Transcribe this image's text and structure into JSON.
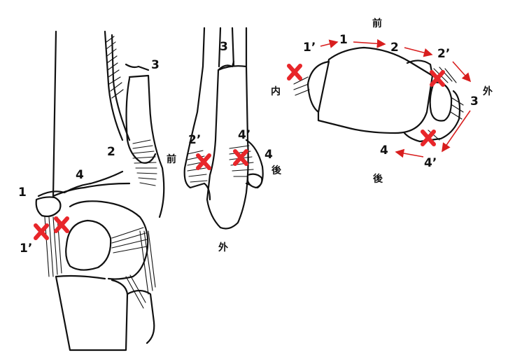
{
  "colors": {
    "ink": "#111111",
    "injury_mark": "#e8262a",
    "arrow": "#d81e1e"
  },
  "views": {
    "left": {
      "labels": {
        "n1": "1",
        "n1p": "1’",
        "n2": "2",
        "n3": "3",
        "n4": "4"
      }
    },
    "middle": {
      "labels": {
        "n3": "3",
        "n2p": "2’",
        "n4p": "4’",
        "n4": "4",
        "front": "前",
        "back": "後",
        "outer": "外"
      }
    },
    "right": {
      "labels": {
        "front": "前",
        "back": "後",
        "outer": "外",
        "inner": "内",
        "n1p": "1’",
        "n1": "1",
        "n2": "2",
        "n2p": "2’",
        "n3": "3",
        "n4p": "4’",
        "n4": "4"
      }
    }
  }
}
